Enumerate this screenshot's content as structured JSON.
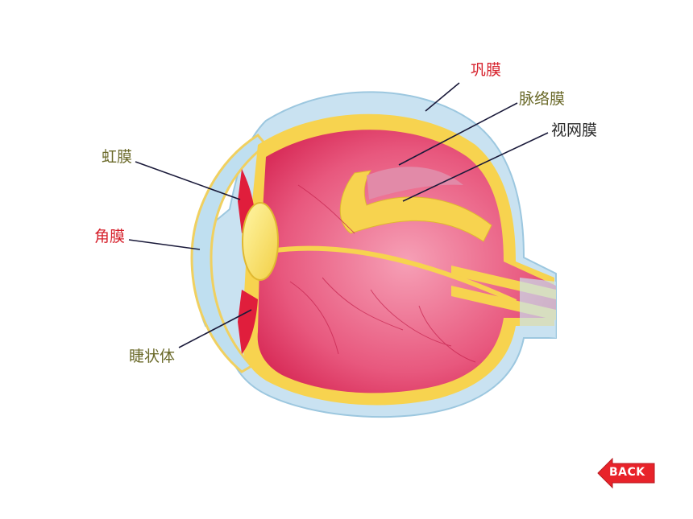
{
  "labels": {
    "sclera": "巩膜",
    "choroid": "脉络膜",
    "retina": "视网膜",
    "iris": "虹膜",
    "cornea": "角膜",
    "ciliary_body": "睫状体"
  },
  "back_button": {
    "label": "BACK"
  },
  "colors": {
    "red_label": "#d6202b",
    "olive_label": "#6b6a2a",
    "dark_label": "#2b2b2b",
    "back_fill": "#e8232a"
  }
}
